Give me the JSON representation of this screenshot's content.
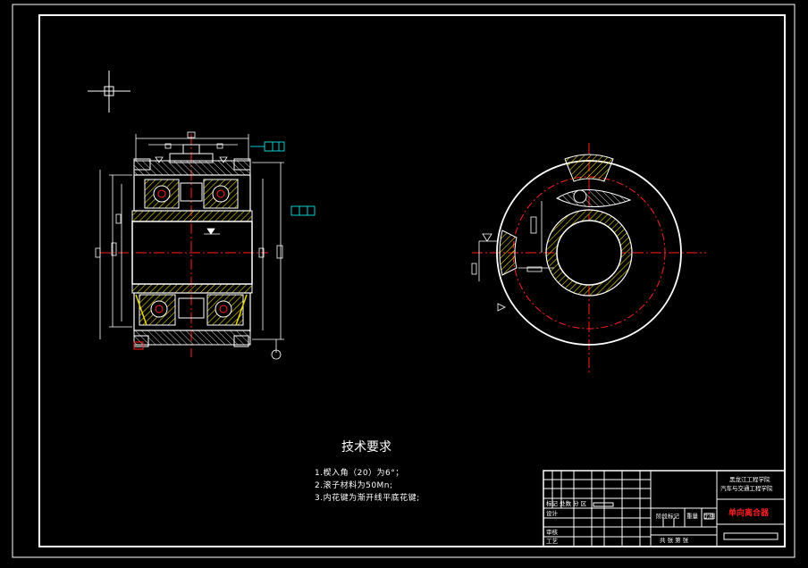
{
  "technical_requirements": {
    "title": "技术要求",
    "items": [
      "1.楔入角（20）为6°；",
      "2.滚子材料为50Mn;",
      "3.内花键为渐开线平底花键;"
    ]
  },
  "title_block": {
    "school_line1": "黑龙江工程学院",
    "school_line2": "汽车与交通工程学院",
    "drawing_name": "单向离合器",
    "stage_label": "阶段标记",
    "weight_label": "重量",
    "scale_label": "比例",
    "design_label": "设计",
    "review_label": "审核",
    "process_label": "工艺",
    "sheet_label": "共 张 第 张",
    "mark_label": "标记 处数 分 区"
  },
  "colors": {
    "background": "#000000",
    "frame": "#ffffff",
    "centerline": "#ff2020",
    "hatch": "#e8d800",
    "dimension": "#00ffff"
  }
}
